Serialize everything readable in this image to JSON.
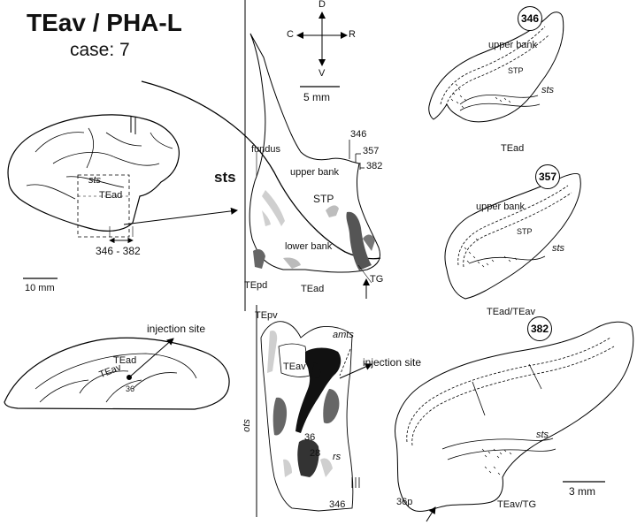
{
  "title": "TEav / PHA-L",
  "case_label": "case: 7",
  "colors": {
    "stroke": "#000000",
    "label_fill": "#dcdcdc",
    "dark_fill": "#555555",
    "light_fill": "#cccccc"
  },
  "lateral_view": {
    "sts_label": "sts",
    "tead_label": "TEad",
    "section_range": "346 - 382",
    "scale_bar": "10 mm"
  },
  "ventral_view": {
    "injection_label": "injection site",
    "tead_label": "TEad",
    "teav_label": "TEav",
    "area36_label": "36"
  },
  "orientation": {
    "dorsal": "D",
    "ventral": "V",
    "caudal": "C",
    "rostral": "R",
    "scale_bar": "5 mm"
  },
  "flatmap": {
    "sts_label": "sts",
    "fundus_label": "fundus",
    "upper_bank_label": "upper bank",
    "stp_label": "STP",
    "lower_bank_label": "lower bank",
    "tepd_label": "TEpd",
    "tead_label": "TEad",
    "tg_label": "TG",
    "section_ticks": [
      "346",
      "357",
      "382"
    ]
  },
  "ventral_flatmap": {
    "tepv_label": "TEpv",
    "teav_label": "TEav",
    "amts_label": "amts",
    "ots_label": "ots",
    "injection_label": "injection site",
    "area36_label": "36",
    "area28_label": "28",
    "rs_label": "rs",
    "section_tick": "346"
  },
  "sections": [
    {
      "number": "346",
      "upper_bank": "upper bank",
      "stp": "STP",
      "sts": "sts",
      "bottom_label": "TEad"
    },
    {
      "number": "357",
      "upper_bank": "upper bank",
      "stp": "STP",
      "sts": "sts",
      "bottom_label": "TEad/TEav"
    },
    {
      "number": "382",
      "sts": "sts",
      "bottom_label": "TEav/TG",
      "corner_label": "36p",
      "scale_bar": "3 mm"
    }
  ]
}
